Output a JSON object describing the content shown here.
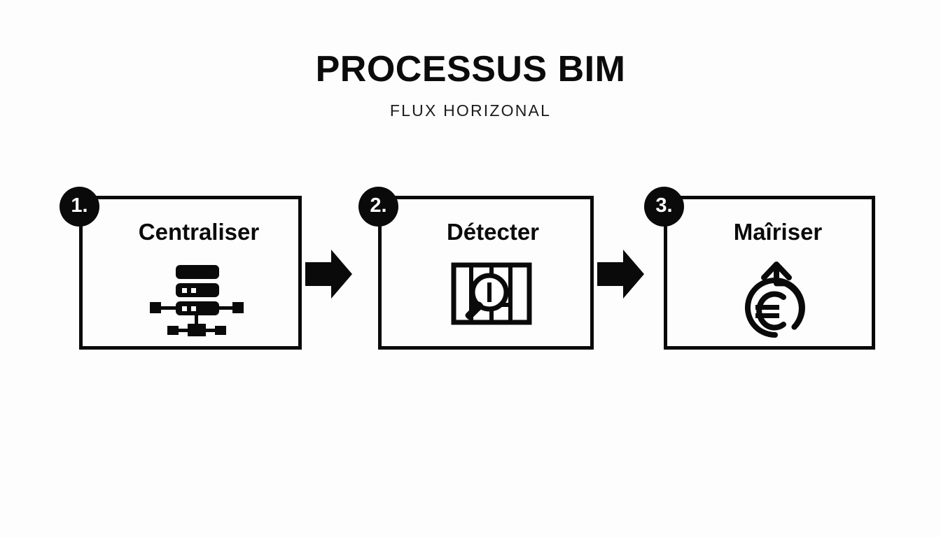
{
  "header": {
    "title": "PROCESSUS BIM",
    "subtitle": "FLUX HORIZONAL"
  },
  "theme": {
    "background": "#fdfdfd",
    "ink": "#0a0a0a",
    "badge_text": "#ffffff"
  },
  "flow": {
    "direction": "horizontal",
    "steps": [
      {
        "number": "1.",
        "label": "Centraliser",
        "icon": "server-network-icon"
      },
      {
        "number": "2.",
        "label": "Détecter",
        "icon": "blueprint-magnifier-icon"
      },
      {
        "number": "3.",
        "label": "Maîriser",
        "icon": "euro-growth-arrow-icon"
      }
    ],
    "connectors": [
      {
        "name": "arrow-right-1",
        "glyph": "arrow-right-icon"
      },
      {
        "name": "arrow-right-2",
        "glyph": "arrow-right-icon"
      }
    ]
  }
}
